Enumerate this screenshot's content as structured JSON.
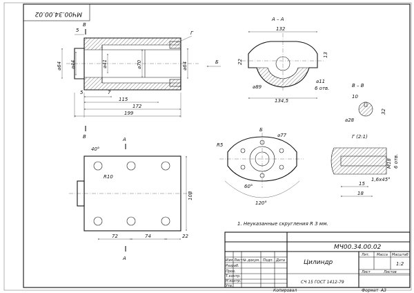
{
  "drawing": {
    "stamp_code": "МЧ00.34.00.02",
    "part_number": "МЧ00.34.00.02",
    "part_name": "Цилиндр",
    "material": "СЧ 15 ГОСТ 1412-79",
    "note": "1. Неуказанные скругления R 3 мм.",
    "scale": "1:2",
    "copied": "Копировал",
    "format_label": "Формат",
    "format_value": "А3"
  },
  "title_block": {
    "col_izm": "Изм",
    "col_list": "Лист",
    "col_doc": "№ докум.",
    "col_sign": "Подп.",
    "col_date": "Дата",
    "row_razrab": "Разраб.",
    "row_prov": "Пров.",
    "row_tkontr": "Т.контр.",
    "row_nkontr": "Н.контр.",
    "row_utv": "Утв.",
    "lit": "Лит.",
    "mass": "Масса",
    "scale_label": "Масштаб",
    "sheet": "Лист",
    "sheets": "Листов"
  },
  "section_aa": {
    "title": "А – А",
    "dim_width": "132",
    "dim_bottom": "134,5",
    "dim_radius": "22",
    "dim_diameter": "⌀89",
    "dim_right": "13",
    "dim_holes": "⌀11",
    "dim_holes_count": "6 отв."
  },
  "section_bb": {
    "title": "В – В",
    "dim_width": "10",
    "dim_height": "32",
    "dim_diameter": "⌀28"
  },
  "detail_g": {
    "title": "Г (2:1)",
    "dim_thread": "M18",
    "dim_holes": "6 отв.",
    "dim_chamfer": "1,6х45°",
    "dim_15": "15",
    "dim_18": "18"
  },
  "view_b": {
    "title": "Б",
    "dim_radius": "R5",
    "dim_diameter": "⌀77",
    "dim_angle_small": "60°",
    "dim_angle": "120°"
  },
  "front_section": {
    "label_v_top": "В",
    "label_v_bottom": "В",
    "label_g": "Г",
    "label_b": "Б",
    "dim_5": "5",
    "dim_5b": "5",
    "dim_7": "7",
    "dim_64": "⌀64",
    "dim_44": "⌀44",
    "dim_41": "⌀41",
    "dim_70": "⌀70",
    "dim_64r": "⌀64",
    "dim_115": "115",
    "dim_172": "172",
    "dim_199": "199"
  },
  "plan_view": {
    "label_a_top": "А",
    "label_a_bottom": "А",
    "dim_angle": "40°",
    "dim_radius": "R10",
    "dim_108": "108",
    "dim_72": "72",
    "dim_74": "74",
    "dim_22": "22"
  }
}
